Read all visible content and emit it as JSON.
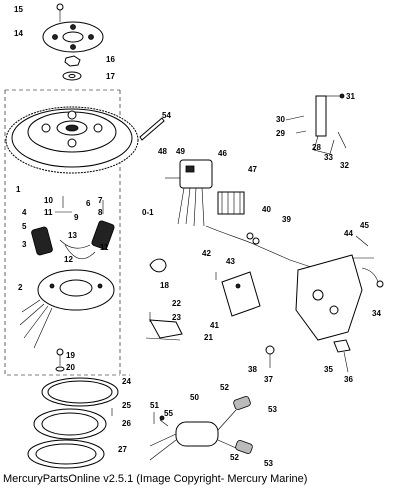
{
  "footer": {
    "text": "MercuryPartsOnline v2.5.1 (Image Copyright- Mercury Marine)"
  },
  "callouts": [
    "15",
    "14",
    "16",
    "17",
    "54",
    "1",
    "10",
    "11",
    "9",
    "7",
    "6",
    "8",
    "0-1",
    "4",
    "5",
    "3",
    "13",
    "12",
    "11",
    "2",
    "48",
    "49",
    "46",
    "47",
    "40",
    "39",
    "42",
    "43",
    "18",
    "22",
    "23",
    "21",
    "41",
    "31",
    "30",
    "29",
    "28",
    "33",
    "32",
    "45",
    "44",
    "34",
    "35",
    "36",
    "38",
    "37",
    "19",
    "20",
    "24",
    "25",
    "26",
    "27",
    "51",
    "55",
    "50",
    "52",
    "53",
    "52",
    "53"
  ]
}
